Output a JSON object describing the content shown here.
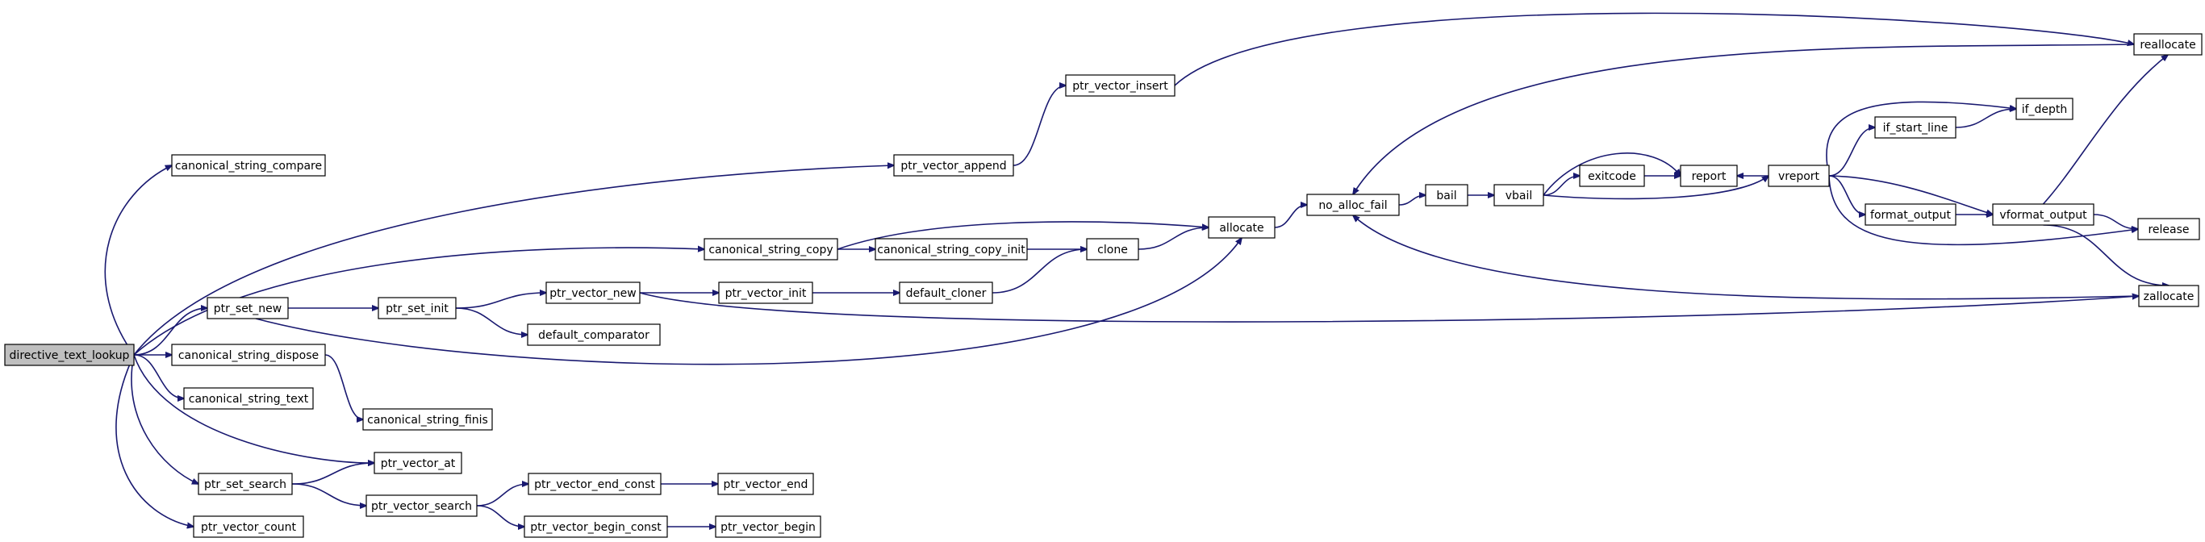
{
  "graph": {
    "root": "directive_text_lookup",
    "nodes": [
      {
        "id": "directive_text_lookup",
        "label": "directive_text_lookup"
      },
      {
        "id": "canonical_string_compare",
        "label": "canonical_string_compare"
      },
      {
        "id": "ptr_vector_append",
        "label": "ptr_vector_append"
      },
      {
        "id": "ptr_vector_insert",
        "label": "ptr_vector_insert"
      },
      {
        "id": "reallocate",
        "label": "reallocate"
      },
      {
        "id": "canonical_string_copy",
        "label": "canonical_string_copy"
      },
      {
        "id": "canonical_string_copy_init",
        "label": "canonical_string_copy_init"
      },
      {
        "id": "clone",
        "label": "clone"
      },
      {
        "id": "allocate",
        "label": "allocate"
      },
      {
        "id": "no_alloc_fail",
        "label": "no_alloc_fail"
      },
      {
        "id": "bail",
        "label": "bail"
      },
      {
        "id": "vbail",
        "label": "vbail"
      },
      {
        "id": "exitcode",
        "label": "exitcode"
      },
      {
        "id": "report",
        "label": "report"
      },
      {
        "id": "vreport",
        "label": "vreport"
      },
      {
        "id": "if_start_line",
        "label": "if_start_line"
      },
      {
        "id": "if_depth",
        "label": "if_depth"
      },
      {
        "id": "format_output",
        "label": "format_output"
      },
      {
        "id": "vformat_output",
        "label": "vformat_output"
      },
      {
        "id": "release",
        "label": "release"
      },
      {
        "id": "zallocate",
        "label": "zallocate"
      },
      {
        "id": "ptr_set_new",
        "label": "ptr_set_new"
      },
      {
        "id": "ptr_set_init",
        "label": "ptr_set_init"
      },
      {
        "id": "ptr_vector_new",
        "label": "ptr_vector_new"
      },
      {
        "id": "ptr_vector_init",
        "label": "ptr_vector_init"
      },
      {
        "id": "default_cloner",
        "label": "default_cloner"
      },
      {
        "id": "default_comparator",
        "label": "default_comparator"
      },
      {
        "id": "canonical_string_dispose",
        "label": "canonical_string_dispose"
      },
      {
        "id": "canonical_string_text",
        "label": "canonical_string_text"
      },
      {
        "id": "canonical_string_finis",
        "label": "canonical_string_finis"
      },
      {
        "id": "ptr_vector_at",
        "label": "ptr_vector_at"
      },
      {
        "id": "ptr_set_search",
        "label": "ptr_set_search"
      },
      {
        "id": "ptr_vector_search",
        "label": "ptr_vector_search"
      },
      {
        "id": "ptr_vector_end_const",
        "label": "ptr_vector_end_const"
      },
      {
        "id": "ptr_vector_end",
        "label": "ptr_vector_end"
      },
      {
        "id": "ptr_vector_begin_const",
        "label": "ptr_vector_begin_const"
      },
      {
        "id": "ptr_vector_begin",
        "label": "ptr_vector_begin"
      },
      {
        "id": "ptr_vector_count",
        "label": "ptr_vector_count"
      }
    ],
    "edges": [
      [
        "directive_text_lookup",
        "canonical_string_compare"
      ],
      [
        "directive_text_lookup",
        "ptr_vector_append"
      ],
      [
        "directive_text_lookup",
        "canonical_string_copy"
      ],
      [
        "directive_text_lookup",
        "ptr_set_new"
      ],
      [
        "directive_text_lookup",
        "canonical_string_dispose"
      ],
      [
        "directive_text_lookup",
        "canonical_string_text"
      ],
      [
        "directive_text_lookup",
        "ptr_vector_at"
      ],
      [
        "directive_text_lookup",
        "ptr_set_search"
      ],
      [
        "directive_text_lookup",
        "ptr_vector_count"
      ],
      [
        "ptr_vector_append",
        "ptr_vector_insert"
      ],
      [
        "ptr_vector_insert",
        "reallocate"
      ],
      [
        "reallocate",
        "no_alloc_fail"
      ],
      [
        "canonical_string_copy",
        "allocate"
      ],
      [
        "canonical_string_copy",
        "canonical_string_copy_init"
      ],
      [
        "canonical_string_copy_init",
        "clone"
      ],
      [
        "clone",
        "allocate"
      ],
      [
        "allocate",
        "no_alloc_fail"
      ],
      [
        "no_alloc_fail",
        "bail"
      ],
      [
        "bail",
        "vbail"
      ],
      [
        "vbail",
        "exitcode"
      ],
      [
        "vbail",
        "report"
      ],
      [
        "vbail",
        "vreport"
      ],
      [
        "exitcode",
        "report"
      ],
      [
        "vreport",
        "report"
      ],
      [
        "vreport",
        "if_start_line"
      ],
      [
        "vreport",
        "if_depth"
      ],
      [
        "vreport",
        "format_output"
      ],
      [
        "vreport",
        "vformat_output"
      ],
      [
        "vreport",
        "release"
      ],
      [
        "if_start_line",
        "if_depth"
      ],
      [
        "format_output",
        "vformat_output"
      ],
      [
        "vformat_output",
        "reallocate"
      ],
      [
        "vformat_output",
        "release"
      ],
      [
        "vformat_output",
        "zallocate"
      ],
      [
        "zallocate",
        "no_alloc_fail"
      ],
      [
        "ptr_set_new",
        "ptr_set_init"
      ],
      [
        "ptr_set_new",
        "allocate"
      ],
      [
        "ptr_set_init",
        "ptr_vector_new"
      ],
      [
        "ptr_set_init",
        "default_comparator"
      ],
      [
        "ptr_vector_new",
        "ptr_vector_init"
      ],
      [
        "ptr_vector_new",
        "zallocate"
      ],
      [
        "ptr_vector_init",
        "default_cloner"
      ],
      [
        "default_cloner",
        "clone"
      ],
      [
        "canonical_string_dispose",
        "canonical_string_finis"
      ],
      [
        "ptr_set_search",
        "ptr_vector_at"
      ],
      [
        "ptr_set_search",
        "ptr_vector_search"
      ],
      [
        "ptr_vector_search",
        "ptr_vector_end_const"
      ],
      [
        "ptr_vector_search",
        "ptr_vector_begin_const"
      ],
      [
        "ptr_vector_end_const",
        "ptr_vector_end"
      ],
      [
        "ptr_vector_begin_const",
        "ptr_vector_begin"
      ]
    ]
  }
}
